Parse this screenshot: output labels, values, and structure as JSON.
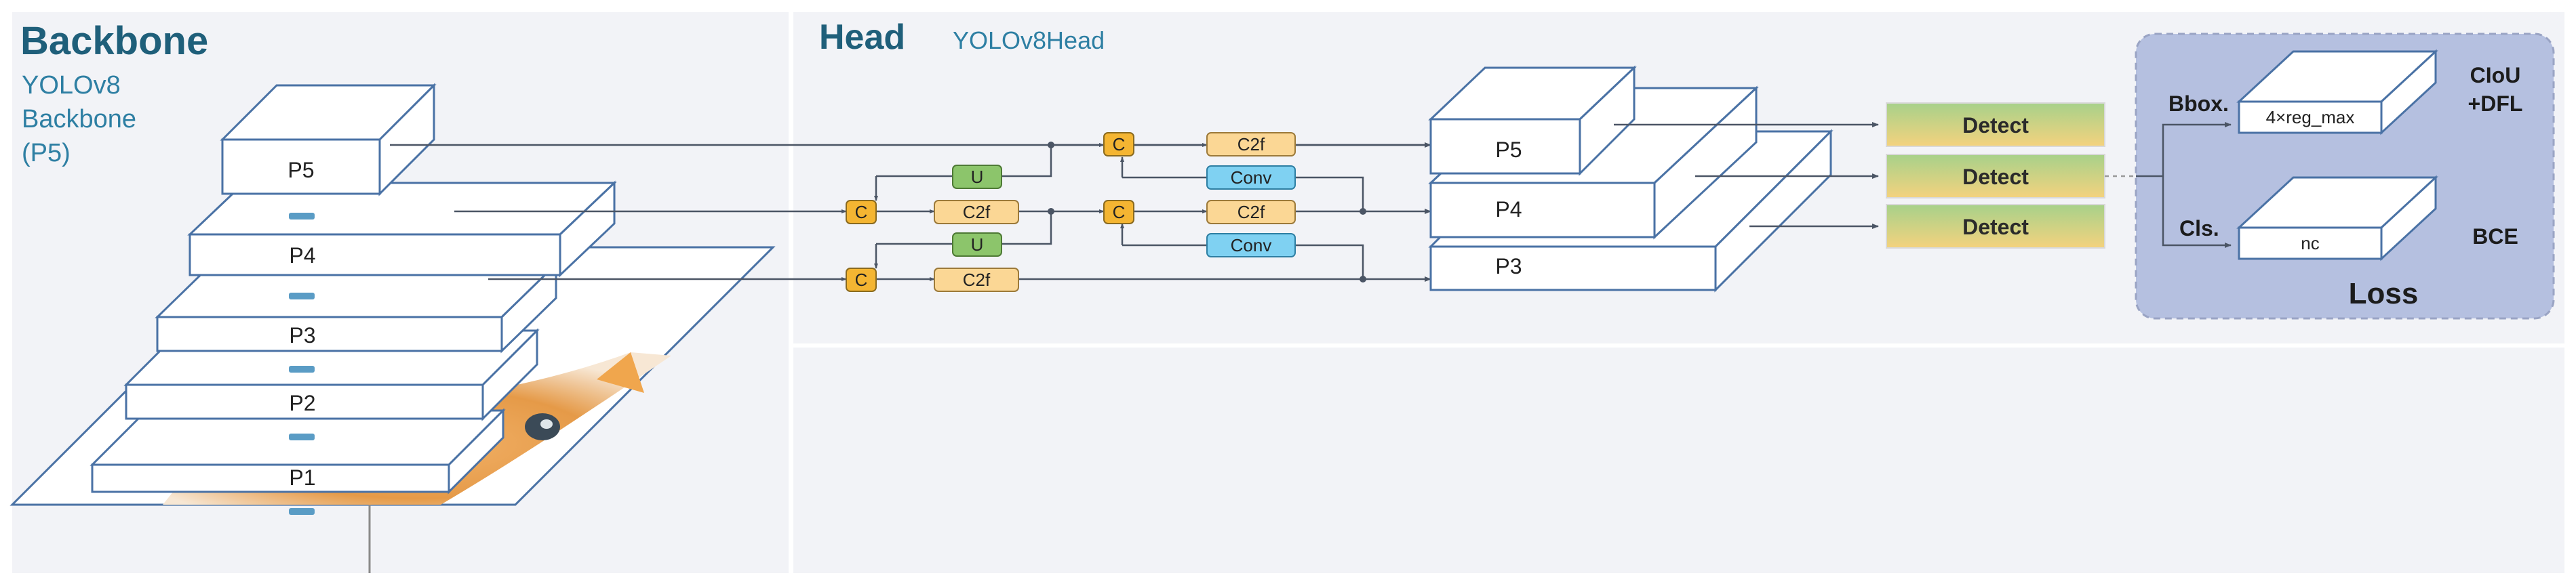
{
  "backbone": {
    "title": "Backbone",
    "subtitle_lines": [
      "YOLOv8",
      "Backbone",
      "(P5)"
    ],
    "levels": [
      "P5",
      "P4",
      "P3",
      "P2",
      "P1"
    ]
  },
  "head": {
    "title": "Head",
    "subtitle": "YOLOv8Head",
    "ops": {
      "concat": "C",
      "upsample": "U",
      "c2f": "C2f",
      "conv": "Conv"
    },
    "neck_levels": [
      "P5",
      "P4",
      "P3"
    ],
    "detect_labels": [
      "Detect",
      "Detect",
      "Detect"
    ]
  },
  "loss": {
    "title": "Loss",
    "bbox_branch": "Bbox.",
    "cls_branch": "Cls.",
    "bbox_box": "4×reg_max",
    "cls_box": "nc",
    "bbox_loss_line1": "CIoU",
    "bbox_loss_line2": "+DFL",
    "cls_loss": "BCE"
  },
  "colors": {
    "panel_bg": "#f2f3f7",
    "loss_bg": "#b5c0e0",
    "concat_fill": "#f4b532",
    "upsample_fill": "#8cc56b",
    "c2f_fill": "#fbd795",
    "conv_fill": "#7fd1f2",
    "detect_top": "#a7d18a",
    "detect_bottom": "#f4d27e",
    "block_edge": "#4a72a5"
  }
}
